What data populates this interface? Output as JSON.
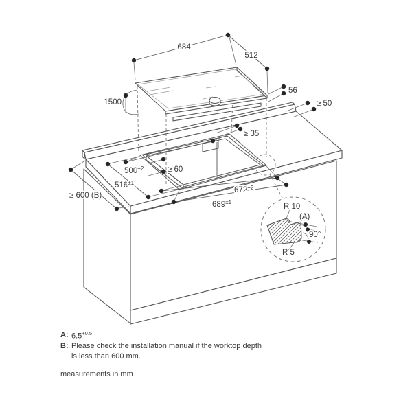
{
  "page": {
    "background": "#ffffff",
    "ink": "#3c3c3c"
  },
  "diagram": {
    "dims": {
      "hob_width": "684",
      "hob_depth": "512",
      "hob_height": "56",
      "rear_clearance": "≥ 50",
      "cable_length": "1500",
      "wall_distance": "≥ 35",
      "front_web": "≥ 60",
      "cutout_depth": {
        "base": "500",
        "sup": "+2"
      },
      "recess_depth": {
        "base": "516",
        "sup": "±1"
      },
      "worktop_depth": "≥ 600 (B)",
      "cutout_width": {
        "base": "672",
        "sup": "+2"
      },
      "recess_width": {
        "base": "689",
        "sup": "±1"
      }
    },
    "detail": {
      "radius_outer": "R 10",
      "ref_a": "(A)",
      "corner_angle": "90°",
      "radius_inner": "R 5"
    }
  },
  "notes": {
    "a_label": "A:",
    "a_value": "6.5",
    "a_tolerance": "+0.5",
    "b_label": "B:",
    "b_text_line1": "Please check the installation manual if the worktop depth",
    "b_text_line2": "is less than 600 mm.",
    "footer": "measurements in mm"
  }
}
